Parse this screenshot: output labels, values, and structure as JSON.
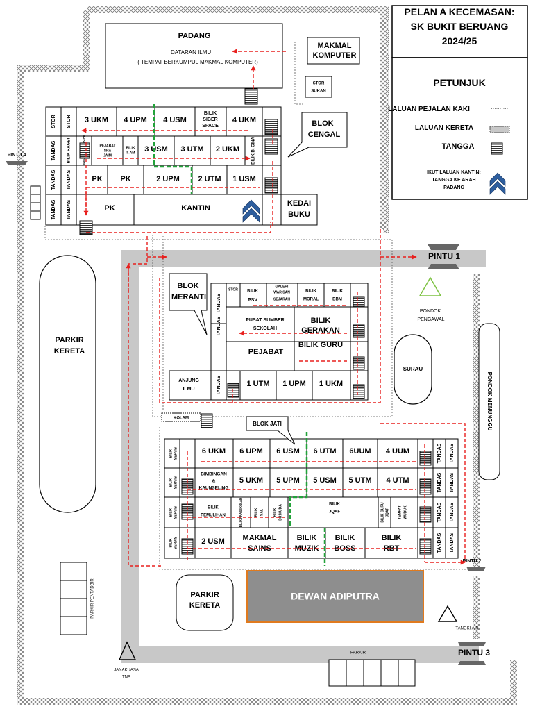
{
  "title": {
    "line1": "PELAN A KECEMASAN:",
    "line2": "SK BUKIT BERUANG",
    "line3": "2024/25"
  },
  "legend": {
    "heading": "PETUNJUK",
    "items": [
      {
        "label": "LALUAN PEJALAN KAKI",
        "icon": "dotted-line-icon"
      },
      {
        "label": "LALUAN KERETA",
        "icon": "grey-road-icon"
      },
      {
        "label": "TANGGA",
        "icon": "stairs-icon"
      },
      {
        "label": "IKUT LALUAN KANTIN: TANGGA KE ARAH PADANG",
        "icon": "chevron-up-icon"
      }
    ],
    "canteen_line1": "IKUT LALUAN KANTIN:",
    "canteen_line2": "TANGGA KE ARAH",
    "canteen_line3": "PADANG"
  },
  "gates": {
    "pintu1": "PINTU 1",
    "pintu2": "PINTU 2",
    "pintu3": "PINTU 3",
    "pintu4": "PINTU 4"
  },
  "top_area": {
    "padang": "PADANG",
    "dataran": "DATARAN ILMU",
    "dataran_sub": "( TEMPAT BERKUMPUL MAKMAL KOMPUTER)",
    "makmal_line1": "MAKMAL",
    "makmal_line2": "KOMPUTER",
    "stor_sukan_line1": "STOR",
    "stor_sukan_line2": "SUKAN"
  },
  "blok_cengal": {
    "callout_line1": "BLOK",
    "callout_line2": "CENGAL",
    "row1": [
      "STOR",
      "STOR",
      "3 UKM",
      "4 UPM",
      "4 USM",
      "BILIK SIBER SPACE",
      "4 UKM"
    ],
    "row2": [
      "TANDAS",
      "BILIK RAGBI",
      "BILIK PERSIDANGAN",
      "PEJABAT SRA JAIM",
      "BILIK T. AM",
      "3 USM",
      "3 UTM",
      "2 UKM",
      "BILIK B. CINA"
    ],
    "row3": [
      "TANDAS",
      "TANDAS",
      "PK",
      "PK",
      "2 UPM",
      "2 UTM",
      "1 USM"
    ],
    "row4": [
      "TANDAS",
      "TANDAS",
      "PK",
      "KANTIN"
    ],
    "kedai_line1": "KEDAI",
    "kedai_line2": "BUKU",
    "siber_line1": "BILIK",
    "siber_line2": "SIBER",
    "siber_line3": "SPACE",
    "pejabat_sra_1": "PEJABAT",
    "pejabat_sra_2": "SRA",
    "pejabat_sra_3": "JAIM",
    "bilik_tam_1": "BILIK",
    "bilik_tam_2": "T. AM"
  },
  "blok_meranti": {
    "callout_line1": "BLOK",
    "callout_line2": "MERANTI",
    "stor": "STOR",
    "psv_1": "BILIK",
    "psv_2": "PSV",
    "galeri_1": "GALERI",
    "galeri_2": "WARISAN",
    "galeri_3": "SEJARAH",
    "moral_1": "BILIK",
    "moral_2": "MORAL",
    "bbm_1": "BILIK",
    "bbm_2": "BBM",
    "pss_1": "PUSAT SUMBER",
    "pss_2": "SEKOLAH",
    "gerakan_1": "BILIK",
    "gerakan_2": "GERAKAN",
    "bilik_guru": "BILIK GURU",
    "pejabat": "PEJABAT",
    "anjung_1": "ANJUNG",
    "anjung_2": "ILMU",
    "classes": [
      "1 UTM",
      "1 UPM",
      "1 UKM"
    ],
    "tandas": "TANDAS",
    "kolam": "KOLAM"
  },
  "blok_jati": {
    "callout": "BLOK JATI",
    "row1": [
      "6 UKM",
      "6 UPM",
      "6 USM",
      "6 UTM",
      "6UUM",
      "4 UUM"
    ],
    "row2": [
      "5 UKM",
      "5 UPM",
      "5 USM",
      "5 UTM",
      "4 UTM"
    ],
    "bimbingan_1": "BIMBINGAN",
    "bimbingan_2": "&",
    "bimbingan_3": "KAUNSELING",
    "pemulihan_1": "BILIK",
    "pemulihan_2": "PEMULIHAN",
    "prasekolah": "BILIK PRASEKOLAH",
    "sal_1": "BILIK",
    "sal_2": "SAL",
    "dr_1": "BILIK",
    "dr_2": "DR MUDA",
    "jqaf_1": "BILIK",
    "jqaf_2": "JQAF",
    "guru_jqaf_1": "BILIK GURU",
    "guru_jqaf_2": "JQAF",
    "wuduk_1": "TEMPAT",
    "wuduk_2": "WUDUK",
    "usm2": "2 USM",
    "sains_1": "MAKMAL",
    "sains_2": "SAINS",
    "muzik_1": "BILIK",
    "muzik_2": "MUZIK",
    "boss_1": "BILIK",
    "boss_2": "BOSS",
    "rbt_1": "BILIK",
    "rbt_2": "RBT",
    "servis_1": "BILIK",
    "servis_2": "SERVIS",
    "tandas": "TANDAS"
  },
  "other": {
    "parkir_kereta_1": "PARKIR",
    "parkir_kereta_2": "KERETA",
    "surau": "SURAU",
    "pondok_pengawal_1": "PONDOK",
    "pondok_pengawal_2": "PENGAWAL",
    "pondok_menunggu": "PONDOK MENUNGGU",
    "dewan": "DEWAN ADIPUTRA",
    "parkir_pentadbir": "PARKIR PENTADBIR",
    "janakuasa_1": "JANAKUASA",
    "janakuasa_2": "TNB",
    "tangki": "TANGKI AIR",
    "parkir": "PARKIR"
  },
  "colors": {
    "route": "#e8201e",
    "green": "#22a33a",
    "road": "#c8c8c8",
    "dewan_fill": "#8e8e8e",
    "dewan_border": "#e07a1e",
    "chevron": "#2e5e9e"
  }
}
